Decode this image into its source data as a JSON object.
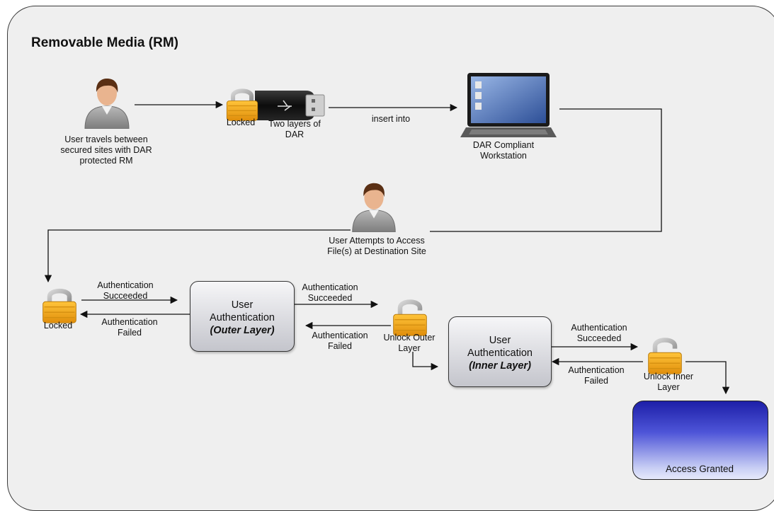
{
  "title": "Removable Media (RM)",
  "nodes": {
    "user_travel": [
      "User travels between",
      "secured sites with DAR",
      "protected RM"
    ],
    "locked_usb": "Locked",
    "two_layers": [
      "Two layers of",
      "DAR"
    ],
    "insert_into": "insert into",
    "workstation": [
      "DAR Compliant",
      "Workstation"
    ],
    "user_attempts": [
      "User Attempts to Access",
      "File(s) at Destination Site"
    ],
    "locked_left": "Locked",
    "unlock_outer": [
      "Unlock Outer",
      "Layer"
    ],
    "unlock_inner": [
      "Unlock Inner",
      "Layer"
    ],
    "access_granted": "Access Granted"
  },
  "edges": {
    "auth_succeeded_1": [
      "Authentication",
      "Succeeded"
    ],
    "auth_failed_1": [
      "Authentication",
      "Failed"
    ],
    "auth_succeeded_2": [
      "Authentication",
      "Succeeded"
    ],
    "auth_failed_2": [
      "Authentication",
      "Failed"
    ],
    "auth_succeeded_3": [
      "Authentication",
      "Succeeded"
    ],
    "auth_failed_3": [
      "Authentication",
      "Failed"
    ]
  },
  "boxes": {
    "outer": {
      "line1": "User",
      "line2": "Authentication",
      "sub": "(Outer Layer)"
    },
    "inner": {
      "line1": "User",
      "line2": "Authentication",
      "sub": "(Inner Layer)"
    }
  },
  "icons": [
    "user-icon",
    "padlock-icon",
    "usb-drive-icon",
    "laptop-icon",
    "document-checklist-icon"
  ],
  "colors": {
    "lock_body": "#f2a81c",
    "access_blue": "#2a2fbf",
    "user_shirt": "#9a9a9a"
  }
}
